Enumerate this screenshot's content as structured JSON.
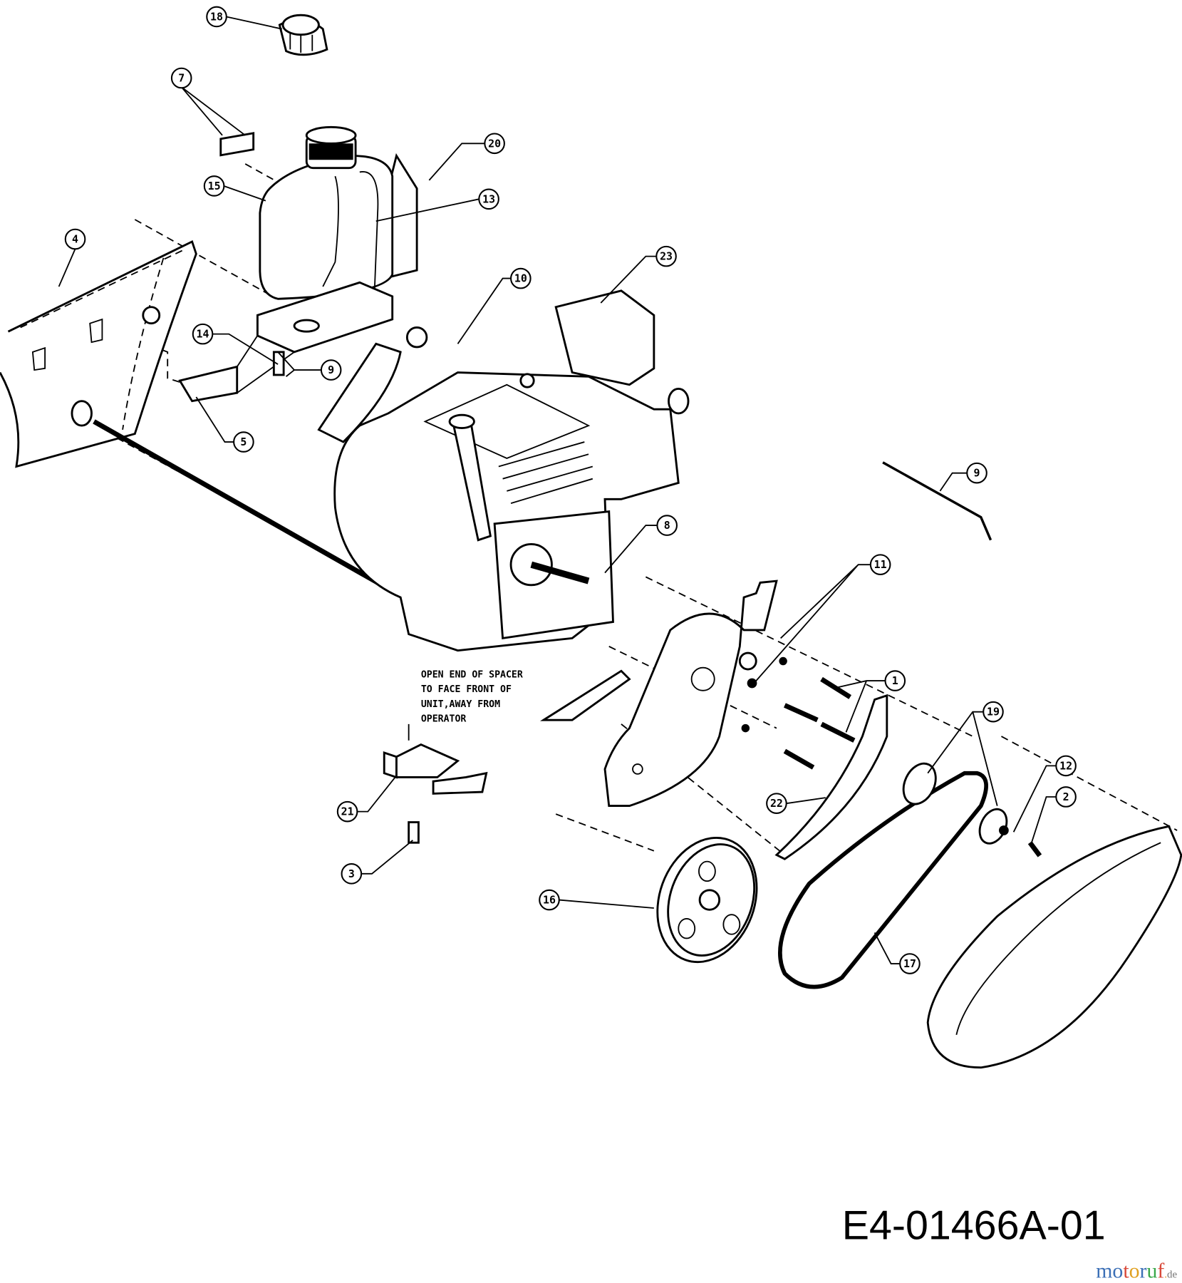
{
  "diagram": {
    "drawing_number": "E4-01466A-01",
    "watermark": "motoruf.de",
    "note": [
      "OPEN END OF SPACER",
      "TO FACE FRONT OF",
      "UNIT,AWAY FROM",
      "OPERATOR"
    ],
    "callouts": [
      "18",
      "7",
      "15",
      "20",
      "13",
      "4",
      "23",
      "10",
      "14",
      "9",
      "5",
      "9",
      "8",
      "11",
      "1",
      "19",
      "12",
      "2",
      "22",
      "21",
      "3",
      "16",
      "17"
    ]
  }
}
